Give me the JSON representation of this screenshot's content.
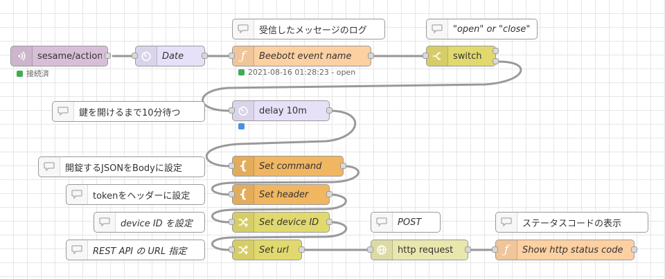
{
  "nodes": {
    "mqtt": {
      "label": "sesame/action",
      "icon": "mqtt-icon",
      "status": "接続済",
      "status_color": "#3fad53"
    },
    "date": {
      "label": "Date",
      "icon": "timer-icon"
    },
    "beebott": {
      "label": "Beebott event name",
      "icon": "function-icon",
      "status": "2021-08-16 01:28:23 - open",
      "status_color": "#3fad53"
    },
    "switch": {
      "label": "switch",
      "icon": "switch-icon"
    },
    "delay": {
      "label": "delay 10m",
      "icon": "timer-icon",
      "status_color": "#4a90e2"
    },
    "set_command": {
      "label": "Set command",
      "icon": "template-icon"
    },
    "set_header": {
      "label": "Set header",
      "icon": "template-icon"
    },
    "set_device": {
      "label": "Set device ID",
      "icon": "shuffle-icon"
    },
    "set_url": {
      "label": "Set url",
      "icon": "shuffle-icon"
    },
    "http": {
      "label": "http request",
      "icon": "globe-icon"
    },
    "show_status": {
      "label": "Show http status code",
      "icon": "function-icon"
    }
  },
  "comments": {
    "log": "受信したメッセージのログ",
    "open_close": "\"open\" or \"close\"",
    "wait": "鍵を開けるまで10分待つ",
    "json_body": "開錠するJSONをBodyに設定",
    "token_header": "tokenをヘッダーに設定",
    "device_id": "device ID を設定",
    "rest_url": "REST API の URL 指定",
    "post": "POST",
    "show_status": "ステータスコードの表示"
  },
  "colors": {
    "mqtt": "#d8bfd8",
    "delay": "#e6e0f8",
    "function": "#fdd0a2",
    "switch": "#e2d96e",
    "change": "#e2d96e",
    "http": "#e7e7ae",
    "template": "#f0b661",
    "wire": "#999999"
  }
}
